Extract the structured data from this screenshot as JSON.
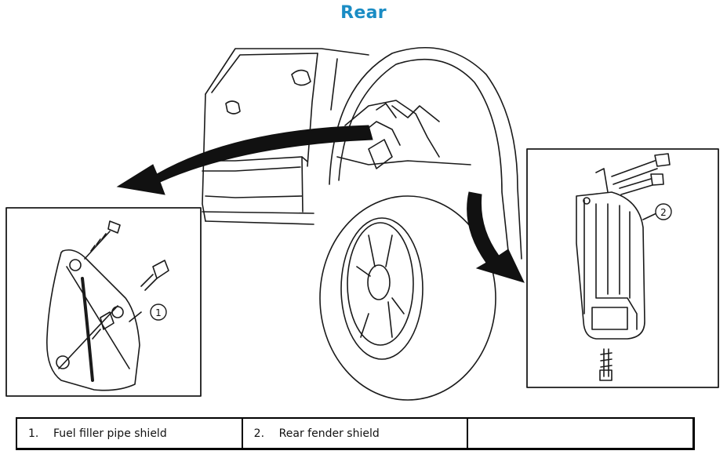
{
  "title": "Rear",
  "callouts": [
    "1",
    "2"
  ],
  "legend": [
    {
      "num": "1.",
      "text": "Fuel filler pipe shield"
    },
    {
      "num": "2.",
      "text": "Rear fender shield"
    },
    {
      "num": "",
      "text": ""
    }
  ]
}
